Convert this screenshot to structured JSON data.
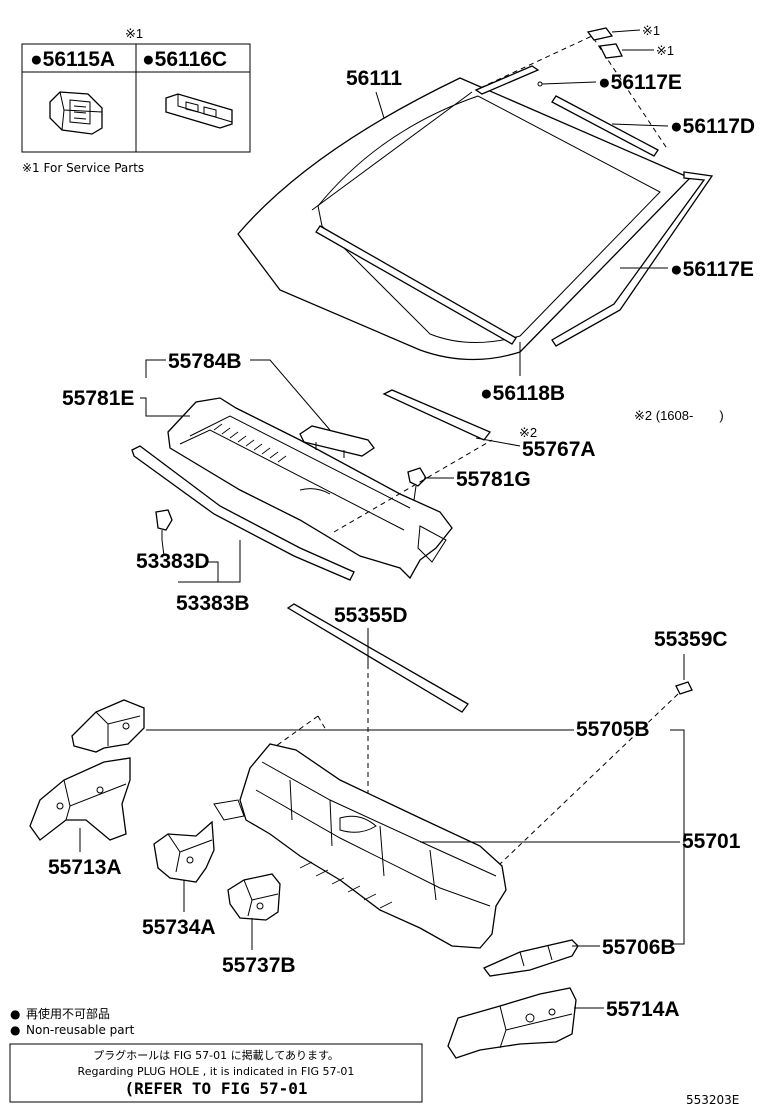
{
  "legend_box": {
    "mark": "※1",
    "col1": "●56115A",
    "col2": "●56116C",
    "service_note": "※1 For Service Parts"
  },
  "parts": {
    "windshield": "56111",
    "clip_mark_1": "※1",
    "clip_mark_2": "※1",
    "moulding_e_top": "●56117E",
    "moulding_d": "●56117D",
    "moulding_e_side": "●56117E",
    "moulding_b": "●56118B",
    "louver_b": "55784B",
    "louver_e": "55781E",
    "date_note": "※2 (1608-　　)",
    "mark2": "※2",
    "seal_a": "55767A",
    "clip_g": "55781G",
    "clip_d": "53383D",
    "weatherstrip_b": "53383B",
    "seal_d": "55355D",
    "plug_c": "55359C",
    "brace_b": "55705B",
    "dash_panel": "55701",
    "bracket_13a": "55713A",
    "bracket_34a": "55734A",
    "bracket_37b": "55737B",
    "bracket_06b": "55706B",
    "bracket_14a": "55714A"
  },
  "legend": {
    "bullet": "●",
    "jp": "再使用不可部品",
    "en": "Non-reusable part"
  },
  "refer_box": {
    "line1": "プラグホールは FIG 57-01 に掲載してあります。",
    "line2": "Regarding  PLUG  HOLE , it is indicated in FIG  57-01",
    "line3": "(REFER TO FIG 57-01"
  },
  "figure_code": "553203E"
}
